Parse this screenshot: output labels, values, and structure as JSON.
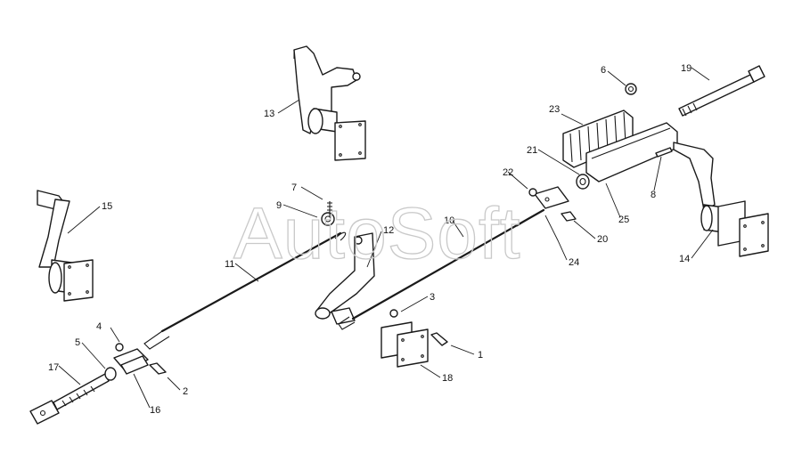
{
  "watermark": "AutoSoft",
  "callouts": [
    {
      "id": "c1",
      "text": "1"
    },
    {
      "id": "c2",
      "text": "2"
    },
    {
      "id": "c3",
      "text": "3"
    },
    {
      "id": "c4",
      "text": "4"
    },
    {
      "id": "c5",
      "text": "5"
    },
    {
      "id": "c6",
      "text": "6"
    },
    {
      "id": "c7",
      "text": "7"
    },
    {
      "id": "c8",
      "text": "8"
    },
    {
      "id": "c9",
      "text": "9"
    },
    {
      "id": "c10",
      "text": "10"
    },
    {
      "id": "c11",
      "text": "11"
    },
    {
      "id": "c12",
      "text": "12"
    },
    {
      "id": "c13",
      "text": "13"
    },
    {
      "id": "c14",
      "text": "14"
    },
    {
      "id": "c15",
      "text": "15"
    },
    {
      "id": "c16",
      "text": "16"
    },
    {
      "id": "c17",
      "text": "17"
    },
    {
      "id": "c18",
      "text": "18"
    },
    {
      "id": "c19",
      "text": "19"
    },
    {
      "id": "c20",
      "text": "20"
    },
    {
      "id": "c21",
      "text": "21"
    },
    {
      "id": "c22",
      "text": "22"
    },
    {
      "id": "c23",
      "text": "23"
    },
    {
      "id": "c24",
      "text": "24"
    },
    {
      "id": "c25",
      "text": "25"
    }
  ]
}
